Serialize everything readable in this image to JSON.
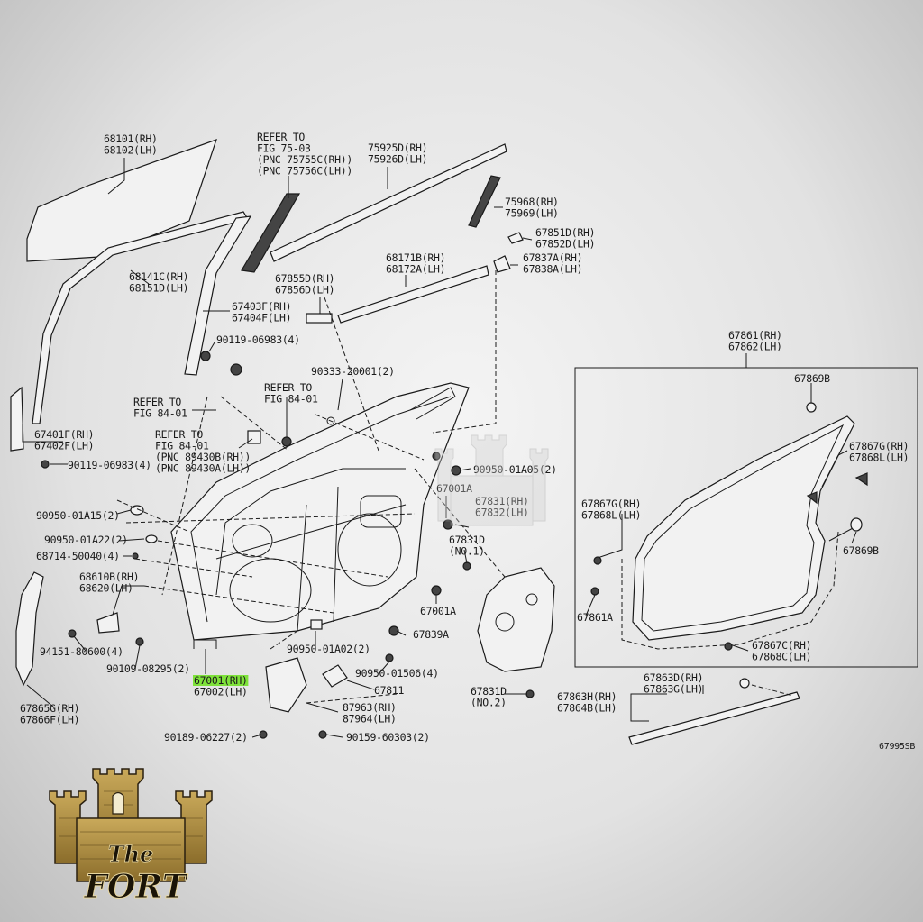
{
  "diagram_id": "67995SB",
  "callouts": {
    "c68101": [
      "68101(RH)",
      "68102(LH)"
    ],
    "c_refer_75": [
      "REFER TO",
      "FIG 75-03",
      "(PNC 75755C(RH))",
      "(PNC 75756C(LH))"
    ],
    "c75925": [
      "75925D(RH)",
      "75926D(LH)"
    ],
    "c75968": [
      "75968(RH)",
      "75969(LH)"
    ],
    "c67851": [
      "67851D(RH)",
      "67852D(LH)"
    ],
    "c67837": [
      "67837A(RH)",
      "67838A(LH)"
    ],
    "c68171": [
      "68171B(RH)",
      "68172A(LH)"
    ],
    "c67855": [
      "67855D(RH)",
      "67856D(LH)"
    ],
    "c68141": [
      "68141C(RH)",
      "68151D(LH)"
    ],
    "c67403": [
      "67403F(RH)",
      "67404F(LH)"
    ],
    "c90119a": "90119-06983(4)",
    "c90333": "90333-20001(2)",
    "c_refer_84a": [
      "REFER TO",
      "FIG 84-01"
    ],
    "c_refer_84b": [
      "REFER TO",
      "FIG 84-01"
    ],
    "c_refer_84c": [
      "REFER TO",
      "FIG 84-01",
      "(PNC 89430B(RH))",
      "(PNC 89430A(LH))"
    ],
    "c67401": [
      "67401F(RH)",
      "67402F(LH)"
    ],
    "c90119b": "90119-06983(4)",
    "c90950_05": "90950-01A05(2)",
    "c67001a_top": "67001A",
    "c67831": [
      "67831(RH)",
      "67832(LH)"
    ],
    "c67831d1": [
      "67831D",
      "(NO.1)"
    ],
    "c90950_15": "90950-01A15(2)",
    "c90950_22": "90950-01A22(2)",
    "c68714": "68714-50040(4)",
    "c68610": [
      "68610B(RH)",
      "68620(LH)"
    ],
    "c67001a_bot": "67001A",
    "c67839": "67839A",
    "c94151": "94151-80600(4)",
    "c90109": "90109-08295(2)",
    "c90950_02": "90950-01A02(2)",
    "c90950_506": "90950-01506(4)",
    "c67001": [
      "67001(RH)",
      "67002(LH)"
    ],
    "c67811": "67811",
    "c87963": [
      "87963(RH)",
      "87964(LH)"
    ],
    "c67831d2": [
      "67831D",
      "(NO.2)"
    ],
    "c67865": [
      "67865G(RH)",
      "67866F(LH)"
    ],
    "c90189": "90189-06227(2)",
    "c90159": "90159-60303(2)",
    "c67861": [
      "67861(RH)",
      "67862(LH)"
    ],
    "c67869b_top": "67869B",
    "c67867g_r": [
      "67867G(RH)",
      "67868L(LH)"
    ],
    "c67867g_l": [
      "67867G(RH)",
      "67868L(LH)"
    ],
    "c67869b_r": "67869B",
    "c67861a": "67861A",
    "c67867c": [
      "67867C(RH)",
      "67868C(LH)"
    ],
    "c67863d": [
      "67863D(RH)",
      "67863G(LH)"
    ],
    "c67863h": [
      "67863H(RH)",
      "67864B(LH)"
    ]
  },
  "highlight": {
    "callout": "c67001",
    "line": 0,
    "color": "#7ee23a"
  },
  "logo": {
    "line1": "The",
    "line2": "FORT",
    "color": "#a88a3e"
  }
}
